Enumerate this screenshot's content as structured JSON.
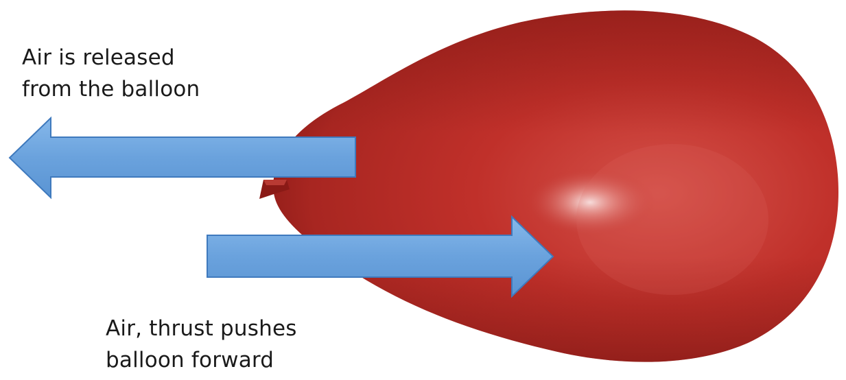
{
  "diagram": {
    "caption_top": {
      "line1": "Air is released",
      "line2": "from the balloon"
    },
    "caption_bottom": {
      "line1": "Air, thrust pushes",
      "line2": "balloon forward"
    },
    "colors": {
      "background": "#ffffff",
      "balloon": "#c0302a",
      "balloon_dark": "#8e1c18",
      "arrow_fill": "#6aa2dd",
      "arrow_stroke": "#3e79bd",
      "text": "#1a1a1a"
    },
    "arrows": [
      {
        "name": "air-released-arrow",
        "direction": "left"
      },
      {
        "name": "thrust-arrow",
        "direction": "right"
      }
    ]
  }
}
